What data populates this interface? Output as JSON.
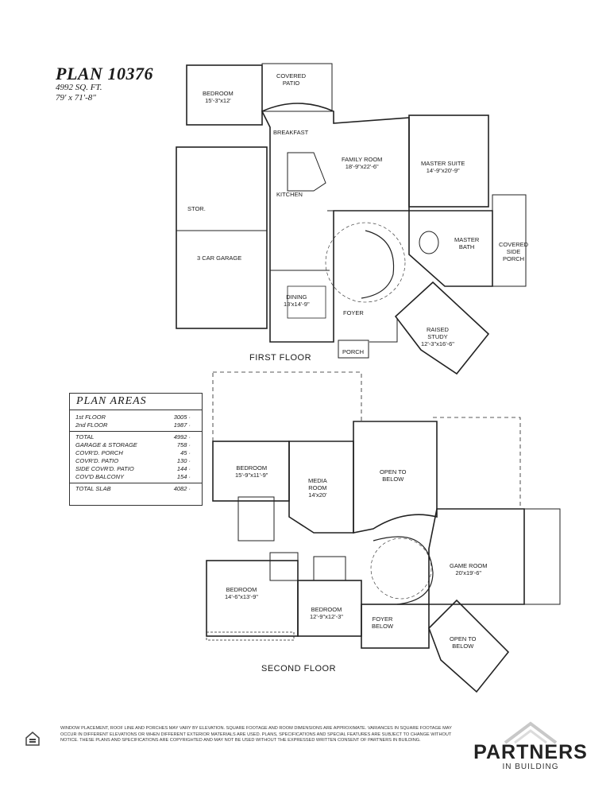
{
  "header": {
    "title": "PLAN 10376",
    "sqft": "4992 SQ. FT.",
    "dimensions": "79' x 71'-8\""
  },
  "first_floor": {
    "caption": "FIRST FLOOR",
    "rooms": {
      "bedroom": {
        "name": "BEDROOM",
        "size": "15'-3\"x12'"
      },
      "covered_patio": {
        "name": "COVERED\nPATIO"
      },
      "breakfast": {
        "name": "BREAKFAST"
      },
      "kitchen": {
        "name": "KITCHEN"
      },
      "family_room": {
        "name": "FAMILY ROOM",
        "size": "18'-9\"x22'-6\""
      },
      "master_suite": {
        "name": "MASTER SUITE",
        "size": "14'-9\"x20'-9\""
      },
      "stor": {
        "name": "STOR."
      },
      "garage": {
        "name": "3 CAR GARAGE"
      },
      "master_bath": {
        "name": "MASTER\nBATH"
      },
      "covered_side_porch": {
        "name": "COVERED\nSIDE\nPORCH"
      },
      "dining": {
        "name": "DINING",
        "size": "13'x14'-9\""
      },
      "foyer": {
        "name": "FOYER"
      },
      "raised_study": {
        "name": "RAISED\nSTUDY",
        "size": "12'-3\"x16'-6\""
      },
      "porch": {
        "name": "PORCH"
      }
    }
  },
  "second_floor": {
    "caption": "SECOND FLOOR",
    "rooms": {
      "bedroom_1": {
        "name": "BEDROOM",
        "size": "15'-9\"x11'-9\""
      },
      "media_room": {
        "name": "MEDIA\nROOM",
        "size": "14'x20'"
      },
      "open_to_below_1": {
        "name": "OPEN TO\nBELOW"
      },
      "game_room": {
        "name": "GAME ROOM",
        "size": "20'x19'-6\""
      },
      "bedroom_2": {
        "name": "BEDROOM",
        "size": "14'-6\"x13'-9\""
      },
      "bedroom_3": {
        "name": "BEDROOM",
        "size": "12'-9\"x12'-3\""
      },
      "foyer_below": {
        "name": "FOYER\nBELOW"
      },
      "open_to_below_2": {
        "name": "OPEN TO\nBELOW"
      }
    }
  },
  "plan_areas": {
    "heading": "PLAN AREAS",
    "rows": [
      {
        "label": "1st FLOOR",
        "value": "3005"
      },
      {
        "label": "2nd FLOOR",
        "value": "1987"
      }
    ],
    "rows2": [
      {
        "label": "TOTAL",
        "value": "4992"
      },
      {
        "label": "GARAGE & STORAGE",
        "value": "758"
      },
      {
        "label": "COVR'D. PORCH",
        "value": "45"
      },
      {
        "label": "COVR'D. PATIO",
        "value": "130"
      },
      {
        "label": "SIDE COVR'D. PATIO",
        "value": "144"
      },
      {
        "label": "COV'D BALCONY",
        "value": "154"
      }
    ],
    "total_slab": {
      "label": "TOTAL SLAB",
      "value": "4082"
    }
  },
  "footer": {
    "disclaimer": "Window placement, roof line and porches may vary by elevation. Square footage and room dimensions are approximate. Variances in square footage may occur in different elevations or when different exterior materials are used. Plans, specifications and special features are subject to change without notice. These plans and specifications are copyrighted and may not be used without the expressed written consent of Partners in Building.",
    "brand_name": "PARTNERS",
    "brand_sub": "IN BUILDING"
  }
}
